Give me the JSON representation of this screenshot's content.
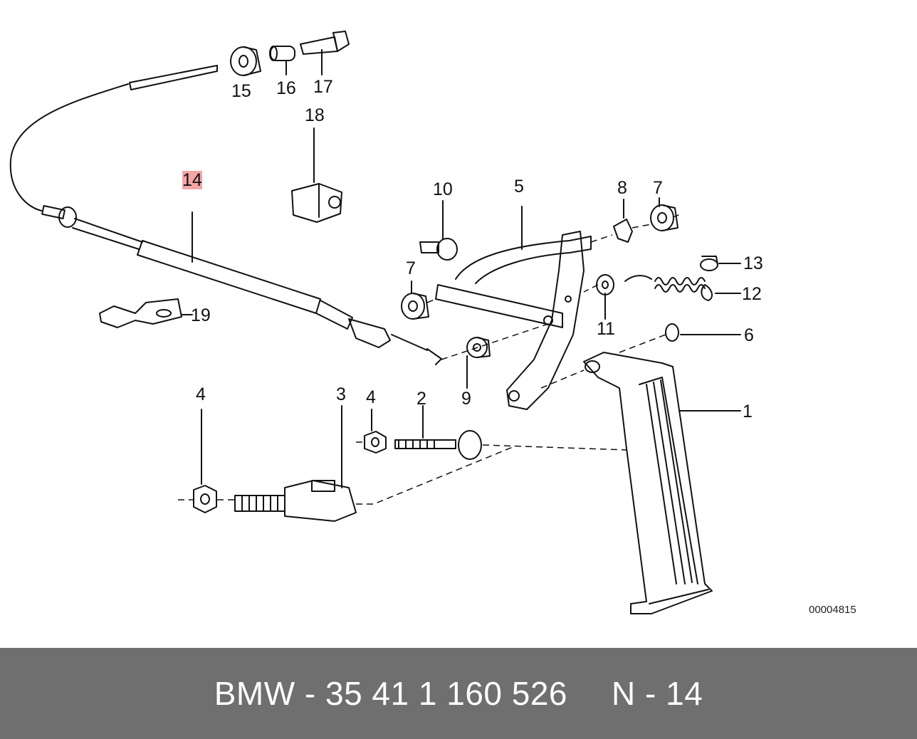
{
  "diagram": {
    "callouts": [
      "1",
      "2",
      "3",
      "4",
      "4",
      "5",
      "6",
      "7",
      "7",
      "8",
      "9",
      "10",
      "11",
      "12",
      "13",
      "14",
      "15",
      "16",
      "17",
      "18",
      "19"
    ],
    "highlighted_callout": "14",
    "highlight_color": "#f4a6a6",
    "reference_number": "00004815"
  },
  "footer": {
    "part_text": "BMW - 35 41 1 160 526",
    "position_text": "N - 14",
    "background_color": "#6f6f6f"
  }
}
